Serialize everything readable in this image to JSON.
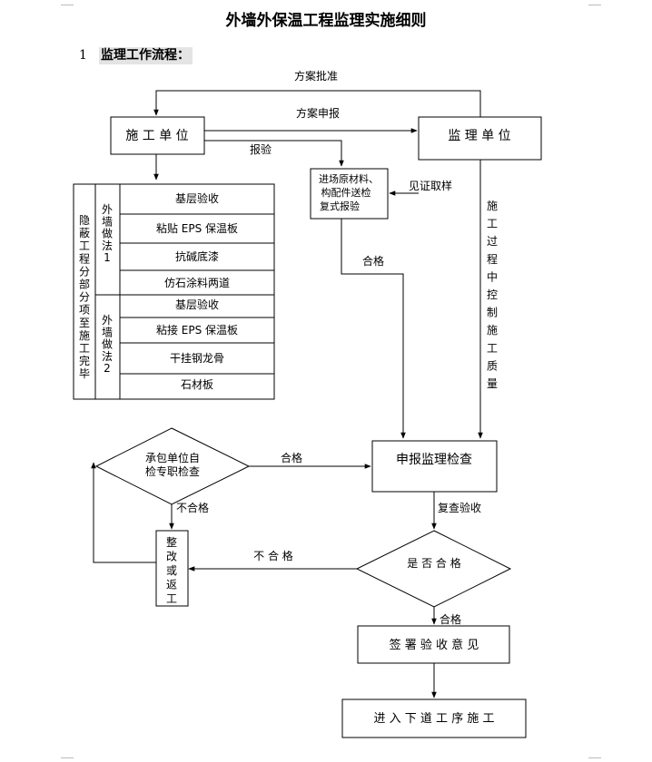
{
  "doc": {
    "title": "外墙外保温工程监理实施细则",
    "section_number": "1",
    "section_heading": "监理工作流程："
  },
  "flow": {
    "construction_unit": "施 工 单 位",
    "supervision_unit": "监 理 单 位",
    "plan_approved": "方案批准",
    "plan_submit": "方案申报",
    "report_inspection": "报验",
    "materials_box": [
      "进场原材料、",
      "构配件送检",
      "复式报验"
    ],
    "witness_sampling": "见证取样",
    "pass_materials": "合格",
    "process_control": [
      "施",
      "工",
      "过",
      "程",
      "中",
      "控",
      "制",
      "施",
      "工",
      "质",
      "量"
    ],
    "hidden_works": [
      "隐",
      "蔽",
      "工",
      "程",
      "分",
      "部",
      "分",
      "项",
      "至",
      "施",
      "工",
      "完",
      "毕"
    ],
    "method1_label": [
      "外",
      "墙",
      "做",
      "法",
      "1"
    ],
    "method1_items": [
      "基层验收",
      "粘贴 EPS 保温板",
      "抗碱底漆",
      "仿石涂料两道"
    ],
    "method2_label": [
      "外",
      "墙",
      "做",
      "法",
      "2"
    ],
    "method2_items": [
      "基层验收",
      "粘接 EPS 保温板",
      "干挂钢龙骨",
      "石材板"
    ],
    "contractor_check": [
      "承包单位自",
      "检专职检查"
    ],
    "pass_to_report": "合格",
    "report_supervision_check": "申报监理检查",
    "fail_rectify": "不合格",
    "recheck_accept": "复查验收",
    "rectify_box": [
      "整",
      "改",
      "或",
      "返",
      "工"
    ],
    "fail_label": "不 合 格",
    "decision": "是 否 合 格",
    "pass_final": "合格",
    "sign_box": "签 署 验 收 意 见",
    "next_box": "进 入 下 道 工 序 施 工"
  }
}
